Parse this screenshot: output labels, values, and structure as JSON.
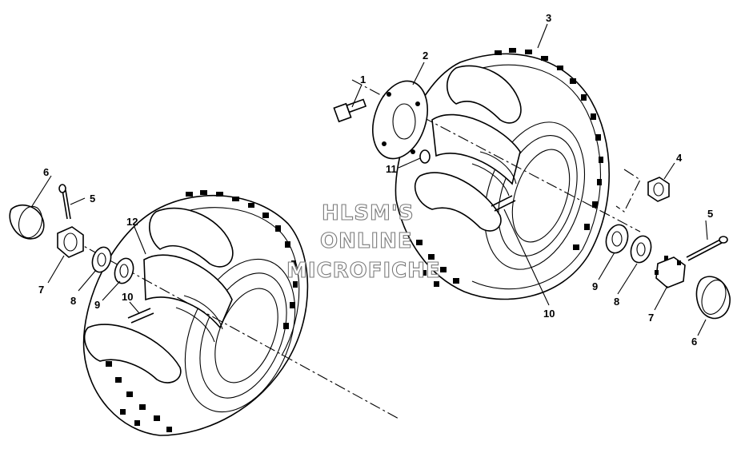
{
  "watermark": {
    "line1": "HLSM'S",
    "line2": "ONLINE",
    "line3": "MICROFICHE"
  },
  "callouts": {
    "c1": "1",
    "c2": "2",
    "c3": "3",
    "c4": "4",
    "c5_left": "5",
    "c5_right": "5",
    "c6_left": "6",
    "c6_right": "6",
    "c7_left": "7",
    "c7_right": "7",
    "c8_left": "8",
    "c8_right": "8",
    "c9_left": "9",
    "c9_right": "9",
    "c10_left": "10",
    "c10_right": "10",
    "c11": "11",
    "c12": "12"
  },
  "colors": {
    "line": "#000000",
    "background": "#ffffff",
    "watermark_outline": "#7a7a7a"
  }
}
